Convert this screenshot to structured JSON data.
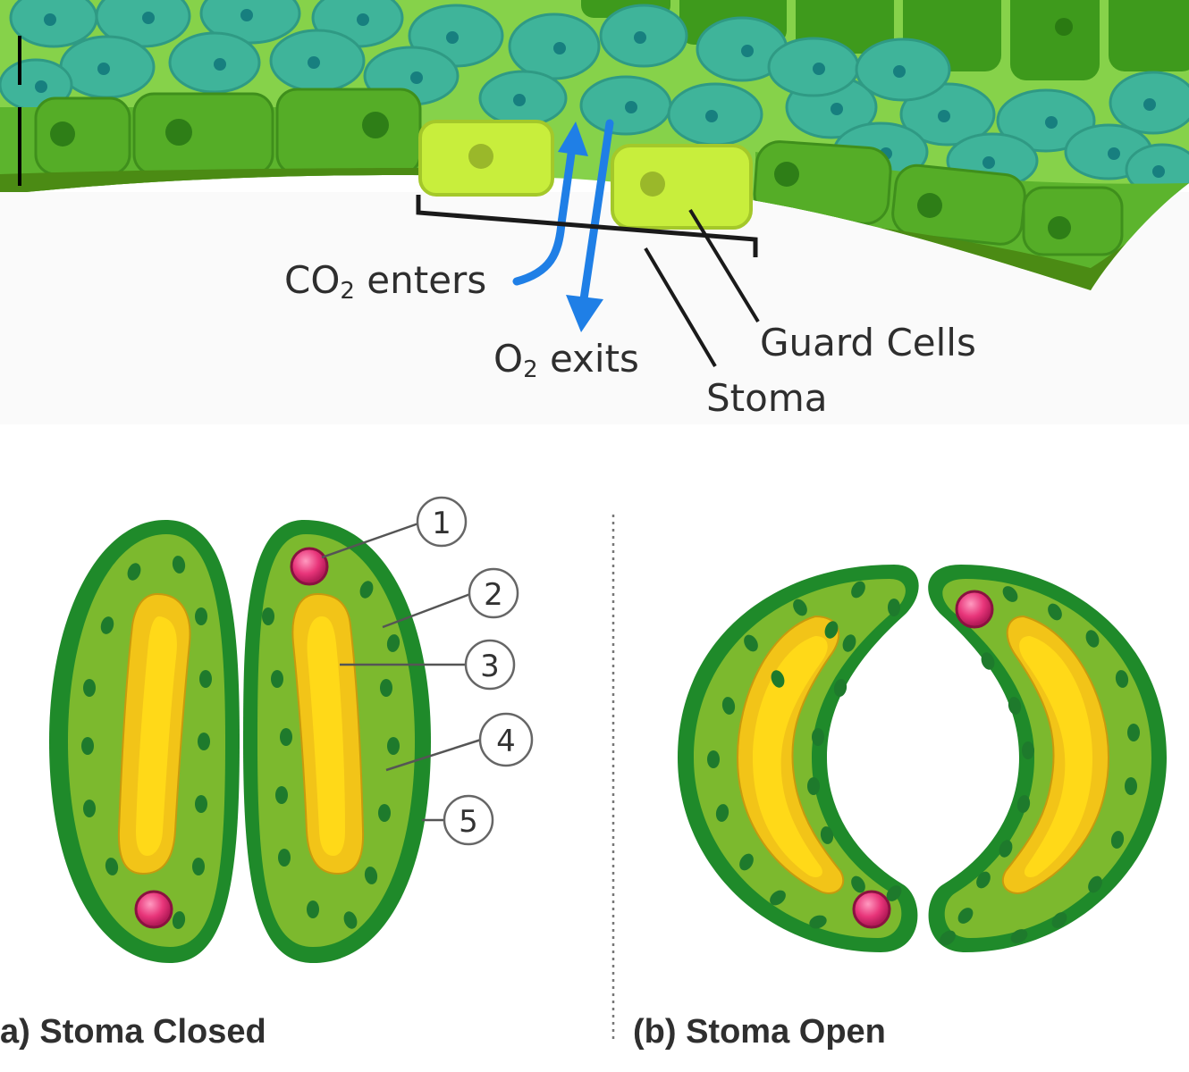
{
  "top_diagram": {
    "labels": {
      "co2_main": "CO",
      "co2_sub": "2",
      "co2_rest": " enters",
      "o2_main": "O",
      "o2_sub": "2",
      "o2_rest": " exits",
      "guard_cells": "Guard Cells",
      "stoma": "Stoma"
    }
  },
  "bottom_diagram": {
    "callouts": [
      "1",
      "2",
      "3",
      "4",
      "5"
    ],
    "panel_a_caption": "a) Stoma Closed",
    "panel_b_caption": "(b) Stoma Open"
  },
  "colors": {
    "upper_epidermis": "#3e9a1c",
    "mesophyll_bg": "#86d24a",
    "spongy_cell": "#3fb49a",
    "spongy_nucleus": "#177f7f",
    "lower_epidermis": "#5cb42d",
    "cuticle": "#4b8b14",
    "guard_cell_top": "#c8ee3c",
    "arrow_blue": "#1f7fe6",
    "guard_outer": "#1f8a2a",
    "guard_inner": "#7cb92e",
    "vacuole_outer": "#f2c418",
    "vacuole_inner": "#ffd918",
    "nucleus_pink": "#e0306e",
    "chloroplast": "#1e7a2c"
  }
}
